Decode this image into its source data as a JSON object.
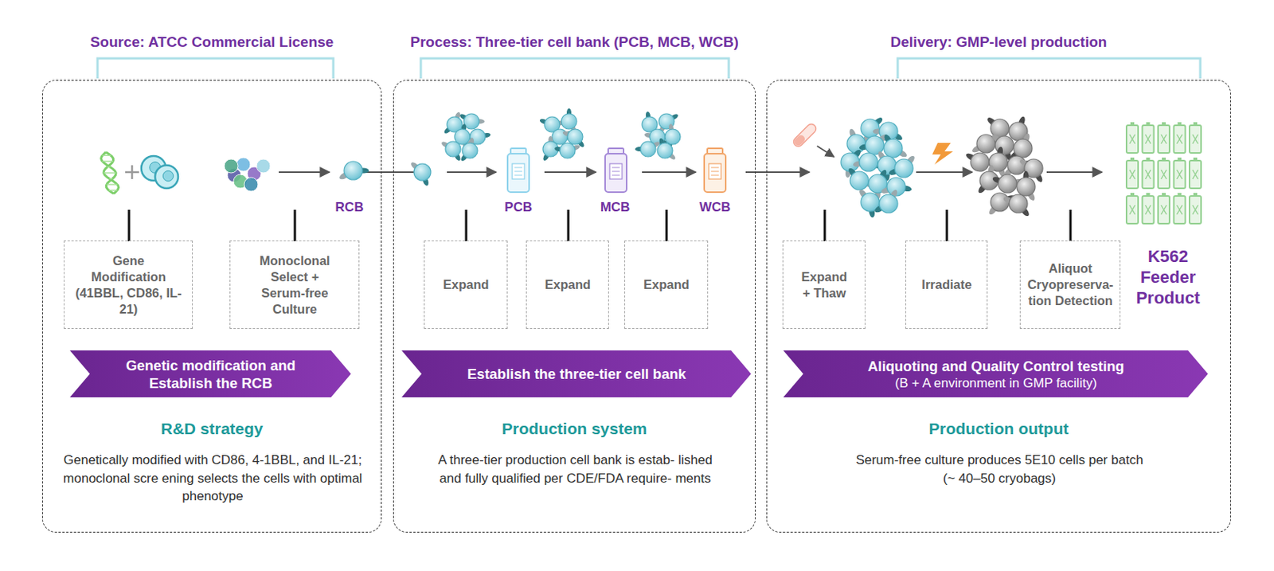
{
  "diagram": {
    "nodes": [
      {
        "text": [
          "Source: ATCC Commercial License",
          "R&D strategy",
          "Genetically modified with CD86, 4-1BBL, and IL-21; monoclonal scre ening selects the cells with optimal phenotype"
        ]
      },
      {
        "text": [
          "Gene Modification (41BBL, CD86, IL-21)"
        ],
        "in": 0
      },
      {
        "text": [
          "Monoclonal Select + Serum-free Culture"
        ],
        "in": 0
      },
      {
        "text": [
          "Genetic modification and Establish the RCB"
        ],
        "in": 0
      },
      {
        "text": [
          "Process: Three-tier cell bank (PCB, MCB, WCB)",
          "Production system",
          "A three-tier production cell bank is estab- lished and fully qualified per CDE/FDA require- ments"
        ]
      },
      {
        "text": [
          "Expand"
        ],
        "in": 4
      },
      {
        "text": [
          "Expand"
        ],
        "in": 4
      },
      {
        "text": [
          "Expand"
        ],
        "in": 4
      },
      {
        "text": [
          "Establish the three-tier cell bank"
        ],
        "in": 4
      },
      {
        "text": [
          "Delivery: GMP-level production",
          "Production output",
          "Serum-free culture produces 5E10 cells per batch (~ 40–50 cryobags)"
        ]
      },
      {
        "text": [
          "Expand + Thaw"
        ],
        "in": 9
      },
      {
        "text": [
          "Irradiate"
        ],
        "in": 9
      },
      {
        "text": [
          "Aliquot Cryopreserva- tion Detection"
        ],
        "in": 9
      },
      {
        "text": [
          "Aliquoting and Quality Control testing",
          "(B + A environment in GMP facility)"
        ],
        "in": 9
      }
    ],
    "labels": [
      "RCB",
      "PCB",
      "MCB",
      "WCB",
      "K562 Feeder Product"
    ]
  }
}
